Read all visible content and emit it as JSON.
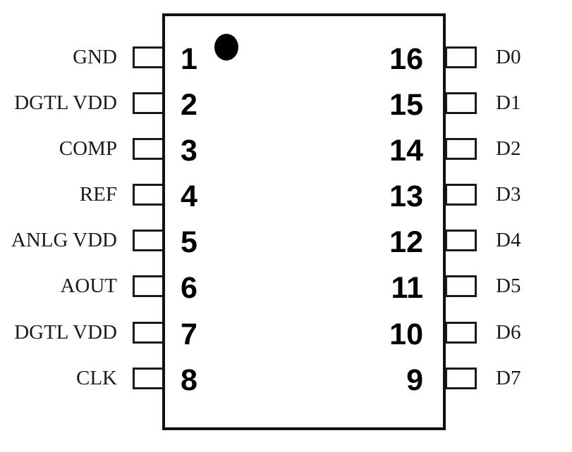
{
  "diagram": {
    "kind": "ic-pinout-diagram",
    "package_outline": {
      "fill_color": "#ffffff",
      "border_color": "#111111"
    },
    "pin1_marker": {
      "icon": "pin-one-dot-icon",
      "color": "#000000"
    },
    "background_color": "#ffffff",
    "left_pins": [
      {
        "number": "1",
        "label": "GND"
      },
      {
        "number": "2",
        "label": "DGTL VDD"
      },
      {
        "number": "3",
        "label": "COMP"
      },
      {
        "number": "4",
        "label": "REF"
      },
      {
        "number": "5",
        "label": "ANLG VDD"
      },
      {
        "number": "6",
        "label": "AOUT"
      },
      {
        "number": "7",
        "label": "DGTL VDD"
      },
      {
        "number": "8",
        "label": "CLK"
      }
    ],
    "right_pins": [
      {
        "number": "16",
        "label": "D0"
      },
      {
        "number": "15",
        "label": "D1"
      },
      {
        "number": "14",
        "label": "D2"
      },
      {
        "number": "13",
        "label": "D3"
      },
      {
        "number": "12",
        "label": "D4"
      },
      {
        "number": "11",
        "label": "D5"
      },
      {
        "number": "10",
        "label": "D6"
      },
      {
        "number": "9",
        "label": "D7"
      }
    ]
  }
}
